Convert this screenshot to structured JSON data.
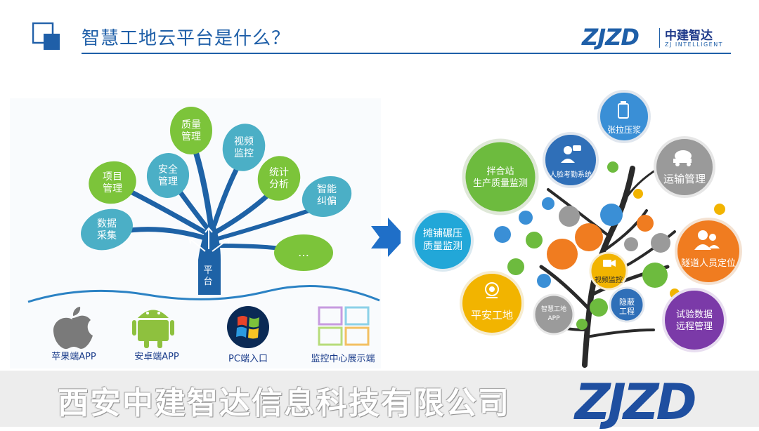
{
  "slide": {
    "title": "智慧工地云平台是什么？",
    "brand": {
      "mark": "ZJZD",
      "cn": "中建智达",
      "en": "ZJ INTELLIGENT"
    }
  },
  "left_tree": {
    "trunk_label": "平台",
    "leaves": [
      {
        "label": "数据\n采集",
        "color": "#4bafc6"
      },
      {
        "label": "项目\n管理",
        "color": "#7cc43a"
      },
      {
        "label": "安全\n管理",
        "color": "#4bafc6"
      },
      {
        "label": "质量\n管理",
        "color": "#7cc43a"
      },
      {
        "label": "视频\n监控",
        "color": "#4bafc6"
      },
      {
        "label": "统计\n分析",
        "color": "#7cc43a"
      },
      {
        "label": "智能\n纠偏",
        "color": "#4bafc6"
      },
      {
        "label": "…",
        "color": "#7cc43a"
      }
    ],
    "endpoints": [
      {
        "label": "苹果端APP",
        "icon": "apple-icon"
      },
      {
        "label": "安卓端APP",
        "icon": "android-icon"
      },
      {
        "label": "PC端入口",
        "icon": "windows-icon"
      },
      {
        "label": "监控中心展示端",
        "icon": "monitor-wall-icon"
      }
    ]
  },
  "right_tree": {
    "nodes": [
      {
        "label": "拌合站\n生产质量监测",
        "color": "#6dbb3e"
      },
      {
        "label": "人脸考勤系统",
        "color": "#2f6fb8"
      },
      {
        "label": "张拉压浆",
        "color": "#3a8fd6"
      },
      {
        "label": "运输管理",
        "color": "#9a9a9a"
      },
      {
        "label": "摊铺碾压\n质量监测",
        "color": "#22a7d8"
      },
      {
        "label": "隧道人员定位",
        "color": "#f07c20"
      },
      {
        "label": "视频监控",
        "color": "#f2b400"
      },
      {
        "label": "智慧工地\nAPP",
        "color": "#9b9b9b"
      },
      {
        "label": "隐蔽\n工程",
        "color": "#2f6fb8"
      },
      {
        "label": "平安工地",
        "color": "#f2b400"
      },
      {
        "label": "试验数据\n远程管理",
        "color": "#7b3aa8"
      }
    ]
  },
  "footer": {
    "company": "西安中建智达信息科技有限公司",
    "logo": "ZJZD"
  }
}
